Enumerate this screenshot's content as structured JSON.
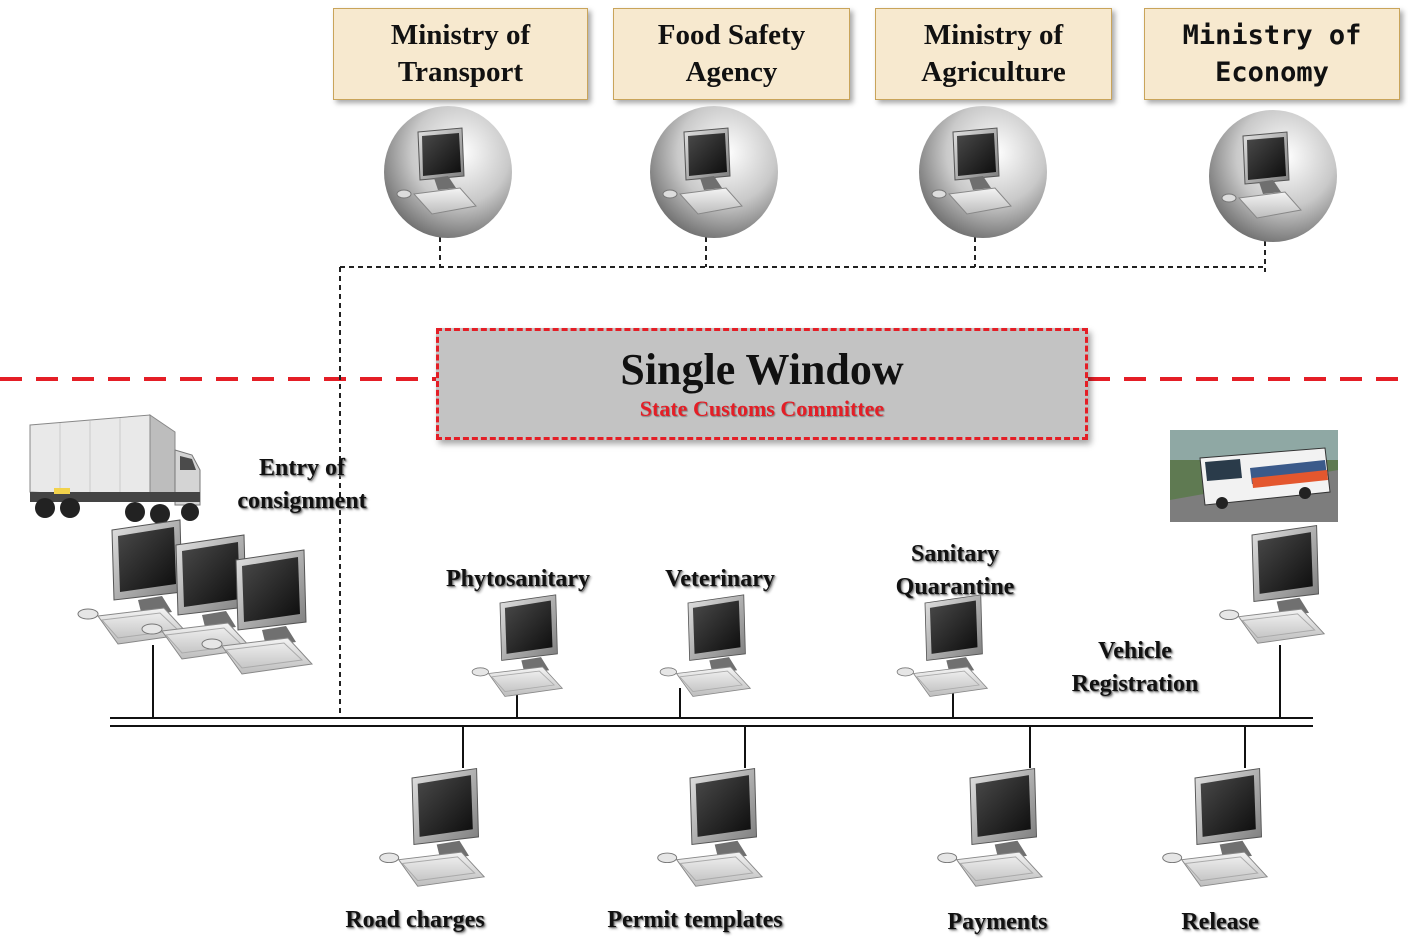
{
  "ministries": [
    {
      "line1": "Ministry of",
      "line2": "Transport"
    },
    {
      "line1": "Food Safety",
      "line2": "Agency"
    },
    {
      "line1": "Ministry of",
      "line2": "Agriculture"
    },
    {
      "line1": "Ministry of",
      "line2": "Economy"
    }
  ],
  "single_window": {
    "title": "Single Window",
    "subtitle": "State Customs Committee"
  },
  "labels": {
    "entry_line1": "Entry of",
    "entry_line2": "consignment",
    "phytosanitary": "Phytosanitary",
    "veterinary": "Veterinary",
    "sanitary_line1": "Sanitary",
    "sanitary_line2": "Quarantine",
    "vehicle_line1": "Vehicle",
    "vehicle_line2": "Registration",
    "road_charges": "Road charges",
    "permit_templates": "Permit templates",
    "payments": "Payments",
    "release": "Release"
  },
  "colors": {
    "accent_red": "#e41e26",
    "ministry_fill": "#f7e9cf",
    "box_gray": "#c3c3c3"
  }
}
